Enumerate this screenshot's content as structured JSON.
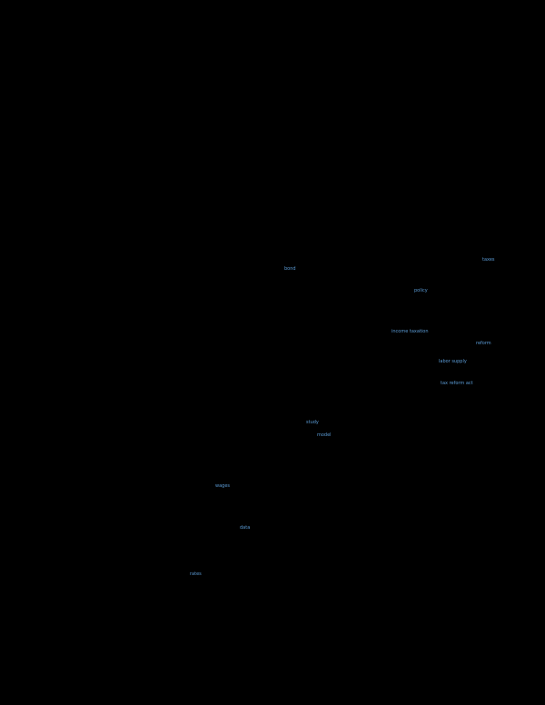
{
  "page": {
    "background": "#000000",
    "link_color": "#5b9bd5"
  },
  "links": [
    {
      "text": "taxes"
    },
    {
      "text": "bond"
    },
    {
      "text": "policy"
    },
    {
      "text": "income taxation"
    },
    {
      "text": "reform"
    },
    {
      "text": "labor supply"
    },
    {
      "text": "tax reform act"
    },
    {
      "text": "study"
    },
    {
      "text": "model"
    },
    {
      "text": "wages"
    },
    {
      "text": "data"
    },
    {
      "text": "rates"
    }
  ]
}
